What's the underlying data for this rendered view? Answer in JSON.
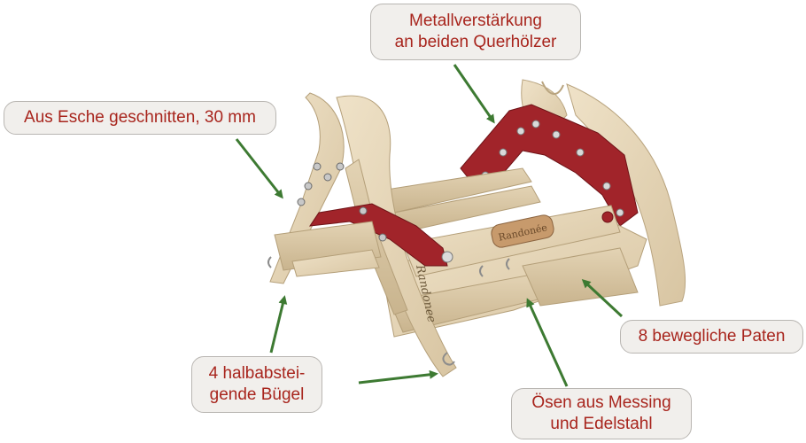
{
  "callouts": {
    "metal": {
      "line1": "Metallverstärkung",
      "line2": "an beiden Querhölzer"
    },
    "ash": {
      "text": "Aus Esche geschnitten, 30 mm"
    },
    "paten": {
      "text": "8 bewegliche Paten"
    },
    "buegel": {
      "line1": "4 halbabstei-",
      "line2": "gende Bügel"
    },
    "oesen": {
      "line1": "Ösen aus Messing",
      "line2": "und Edelstahl"
    }
  },
  "product": {
    "badge_text": "Randonée",
    "side_engraving": "Randonee"
  },
  "colors": {
    "label_text": "#a8251d",
    "label_fill": "#f1efec",
    "label_border": "#b9b6b2",
    "arrow": "#3d7a32",
    "wood": "#e6d6b9",
    "metal_plate": "#a1242a"
  },
  "icons": {
    "arrow": "arrow-icon"
  }
}
